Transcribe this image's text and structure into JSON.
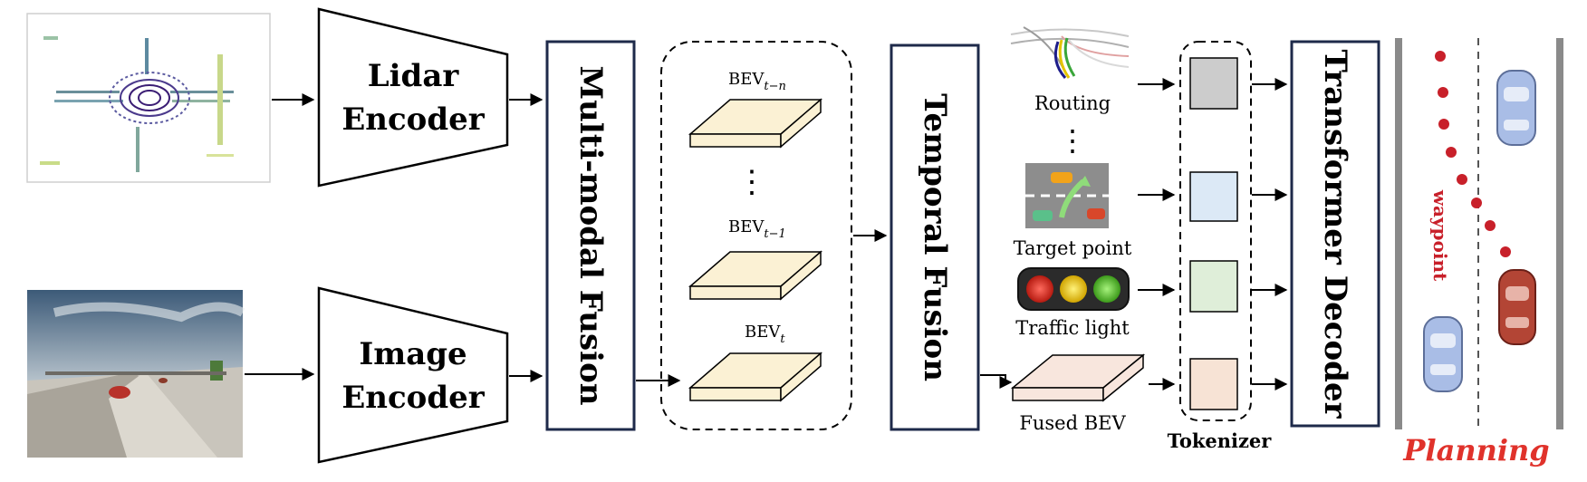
{
  "encoders": {
    "lidar": {
      "line1": "Lidar",
      "line2": "Encoder"
    },
    "image": {
      "line1": "Image",
      "line2": "Encoder"
    }
  },
  "fusion": {
    "multimodal": "Multi-modal Fusion",
    "temporal": "Temporal Fusion"
  },
  "bev_stack": {
    "items": [
      {
        "base": "BEV",
        "sub": "t−n"
      },
      {
        "base": "BEV",
        "sub": "t−1"
      },
      {
        "base": "BEV",
        "sub": "t"
      }
    ],
    "ellipsis": "⋮"
  },
  "inputs": {
    "routing": "Routing",
    "ellipsis": "⋮",
    "target_point": "Target point",
    "traffic_light": "Traffic light",
    "fused_bev": "Fused BEV"
  },
  "tokenizer": {
    "label": "Tokenizer",
    "token_colors": [
      "#cccccc",
      "#dce9f6",
      "#dfeed9",
      "#f7e3d5"
    ]
  },
  "decoder": {
    "label": "Transformer Decoder"
  },
  "planning": {
    "label": "Planning",
    "waypoint_label": "waypoint",
    "accent_color": "#e0322b"
  },
  "colors": {
    "box_border": "#1e2a4a",
    "bev_fill": "#fbf1d4",
    "fused_fill": "#f8e6dd",
    "waypoint": "#c8202a"
  }
}
